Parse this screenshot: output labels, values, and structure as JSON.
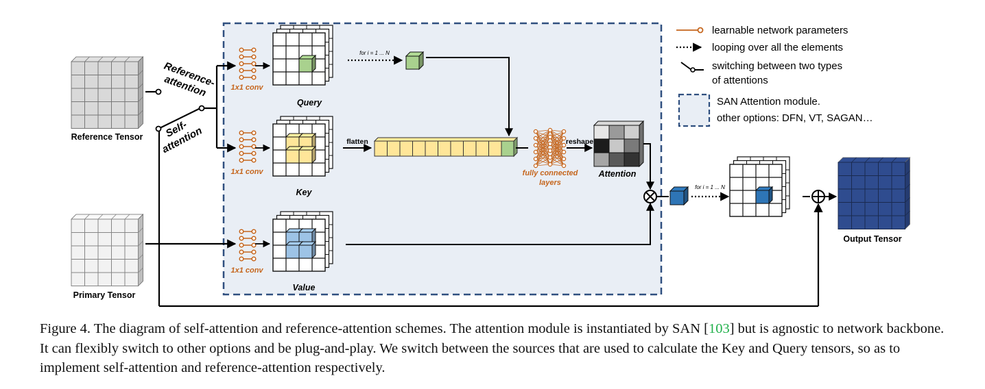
{
  "diagram": {
    "reference_tensor": "Reference Tensor",
    "primary_tensor": "Primary Tensor",
    "output_tensor": "Output Tensor",
    "reference_attention": [
      "Reference-",
      "attention"
    ],
    "self_attention": [
      "Self-",
      "attention"
    ],
    "query": "Query",
    "key": "Key",
    "value": "Value",
    "attention": "Attention",
    "conv_label": "1x1 conv",
    "flatten": "flatten",
    "reshape": "reshape",
    "fc_layers": [
      "fully connected",
      "layers"
    ],
    "loop_label": "for i = 1 ... N"
  },
  "legend": {
    "learnable": "learnable network parameters",
    "looping": "looping over all the elements",
    "switching": [
      "switching between two types",
      "of attentions"
    ],
    "module": [
      "SAN Attention module.",
      "other options: DFN, VT, SAGAN…"
    ]
  },
  "colors": {
    "module_fill": "#e9eef5",
    "module_border": "#2f4f7f",
    "conv_orange": "#c5651c",
    "query_green": "#a9d18e",
    "key_yellow": "#ffe699",
    "value_blue": "#9dc3e6",
    "output_blue": "#2f4c8f",
    "cube_blue": "#2e75b6",
    "reference_gray": "#d9d9d9",
    "primary_light": "#f2f2f2"
  },
  "caption": {
    "before_cite": "Figure 4. The diagram of self-attention and reference-attention schemes. The attention module is instantiated by SAN [",
    "cite": "103",
    "after_cite": "] but is agnostic to network backbone. It can flexibly switch to other options and be plug-and-play.  We switch between the sources that are used to calculate the Key and Query tensors, so as to implement self-attention and reference-attention respectively."
  }
}
